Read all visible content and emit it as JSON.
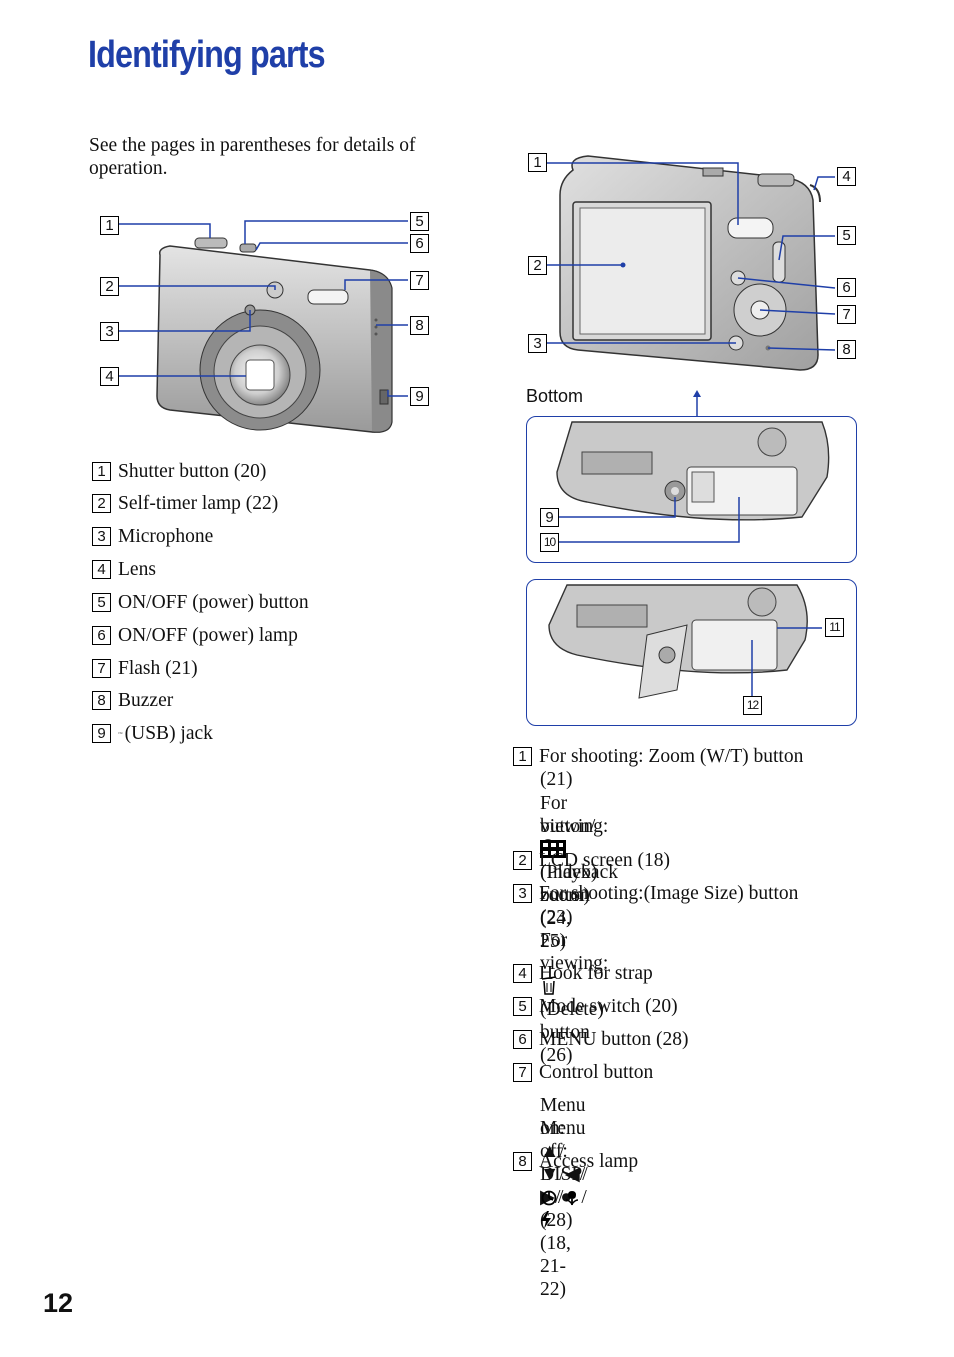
{
  "page": {
    "title": "Identifying parts",
    "intro": "See the pages in parentheses for details of operation.",
    "page_number": "12",
    "bottom_label": "Bottom"
  },
  "front_labels": [
    "1",
    "2",
    "3",
    "4",
    "5",
    "6",
    "7",
    "8",
    "9"
  ],
  "back_labels": [
    "1",
    "2",
    "3",
    "4",
    "5",
    "6",
    "7",
    "8",
    "9",
    "10",
    "11",
    "12"
  ],
  "front_parts": [
    {
      "n": "1",
      "text": "Shutter button (20)"
    },
    {
      "n": "2",
      "text": "Self-timer lamp (22)"
    },
    {
      "n": "3",
      "text": "Microphone"
    },
    {
      "n": "4",
      "text": "Lens"
    },
    {
      "n": "5",
      "text": "ON/OFF (power) button"
    },
    {
      "n": "6",
      "text": "ON/OFF (power) lamp"
    },
    {
      "n": "7",
      "text": "Flash (21)"
    },
    {
      "n": "8",
      "text": "Buzzer"
    },
    {
      "n": "9",
      "text": "(USB) jack"
    }
  ],
  "back_parts": {
    "p1": {
      "n": "1",
      "line1": "For shooting: Zoom (W/T) button",
      "line2": "(21)",
      "line3a": "For viewing: ",
      "line3b": " (Playback zoom)",
      "line4a": "button/",
      "line4b": " (Index) button (24, 25)"
    },
    "p2": {
      "n": "2",
      "text": "LCD screen (18)"
    },
    "p3": {
      "n": "3",
      "line1a": "For shooting: ",
      "line1b": " (Image Size) button",
      "line2": "(23)",
      "line3a": "For viewing: ",
      "line3b": " (Delete) button (26)"
    },
    "p4": {
      "n": "4",
      "text": "Hook for strap"
    },
    "p5": {
      "n": "5",
      "text": "Mode switch (20)"
    },
    "p6": {
      "n": "6",
      "text": "MENU button (28)"
    },
    "p7": {
      "n": "7",
      "text": "Control button"
    },
    "menu_on": "Menu on: ▲/▼/◀/▶/● (28)",
    "menu_off_a": "Menu off: DISP/",
    "menu_off_b": " (18, 21-22)",
    "p8": {
      "n": "8",
      "text": "Access lamp"
    }
  }
}
